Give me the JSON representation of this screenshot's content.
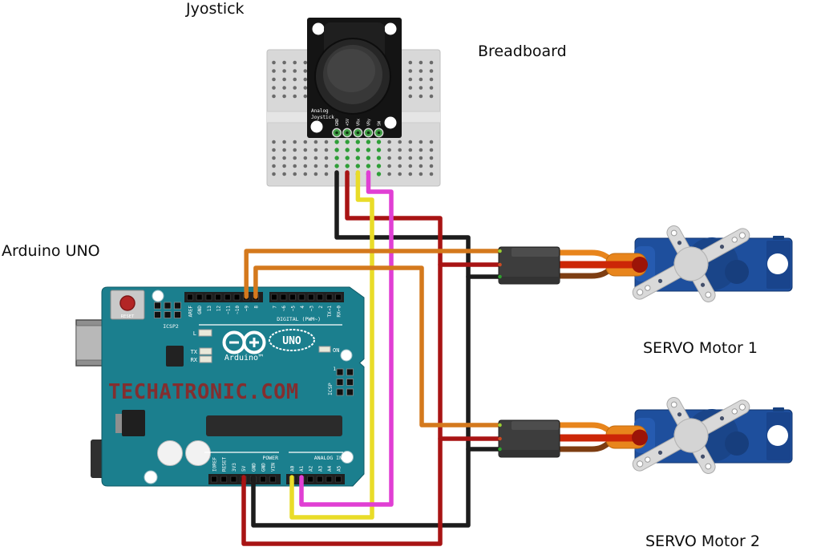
{
  "labels": {
    "joystick": "Jyostick",
    "breadboard": "Breadboard",
    "arduino": "Arduino UNO",
    "servo1": "SERVO Motor 1",
    "servo2": "SERVO Motor 2"
  },
  "joystick_module": {
    "silk_line1": "Analog",
    "silk_line2": "Joystick",
    "pins": [
      "GND",
      "+5V",
      "VRx",
      "VRy",
      "SW"
    ]
  },
  "arduino": {
    "reset": "RESET",
    "icsp2": "ICSP2",
    "icsp": "ICSP",
    "icsp_pin1": "1",
    "digital_section": "DIGITAL (PWM~)",
    "digital_pins_left": [
      "AREF",
      "GND",
      "13",
      "12",
      "~11",
      "~10",
      "~9",
      "8"
    ],
    "digital_pins_right": [
      "7",
      "~6",
      "~5",
      "4",
      "~3",
      "2",
      "TX→1",
      "RX←0"
    ],
    "led_l": "L",
    "led_tx": "TX",
    "led_rx": "RX",
    "model": "UNO",
    "brand": "Arduino™",
    "on": "ON",
    "watermark": "TECHATRONIC.COM",
    "power_section": "POWER",
    "power_pins": [
      "IOREF",
      "RESET",
      "3V3",
      "5V",
      "GND",
      "GND",
      "VIN"
    ],
    "analog_section": "ANALOG IN",
    "analog_pins": [
      "A0",
      "A1",
      "A2",
      "A3",
      "A4",
      "A5"
    ]
  },
  "wiring": [
    {
      "color": "black",
      "hex": "#1c1c1c",
      "from": "Joystick GND pin (breadboard)",
      "to": "Arduino GND (POWER header) and ground pin of both servo connectors"
    },
    {
      "color": "dark-red",
      "hex": "#a81414",
      "from": "Joystick +5V pin (breadboard)",
      "to": "Arduino 5V and power pin of both servo connectors"
    },
    {
      "color": "yellow",
      "hex": "#efe32b",
      "from": "Joystick VRx",
      "to": "Arduino A0"
    },
    {
      "color": "magenta",
      "hex": "#e03fd4",
      "from": "Joystick VRy",
      "to": "Arduino A1"
    },
    {
      "color": "orange",
      "hex": "#d4791d",
      "from": "Arduino digital pin ~9",
      "to": "Servo Motor 1 signal"
    },
    {
      "color": "orange",
      "hex": "#d4791d",
      "from": "Arduino digital pin 8",
      "to": "Servo Motor 2 signal"
    }
  ],
  "colors": {
    "wire-black": "#1c1c1c",
    "wire-red": "#a81414",
    "wire-yellow": "#e9dc28",
    "wire-magenta": "#e03fd4",
    "wire-orange": "#d4791d",
    "servo-orange": "#e8851c",
    "servo-red": "#cc2607",
    "servo-brown": "#7d3d12",
    "board-teal": "#1b7f8e",
    "servo-blue": "#1e4f9d",
    "watermark-red": "#8c2828",
    "connector-gray": "#3d3d3d",
    "horn-gray": "#d9d9d9",
    "breadboard-gray": "#d8d8d8",
    "hole-green": "#2f9e38"
  }
}
